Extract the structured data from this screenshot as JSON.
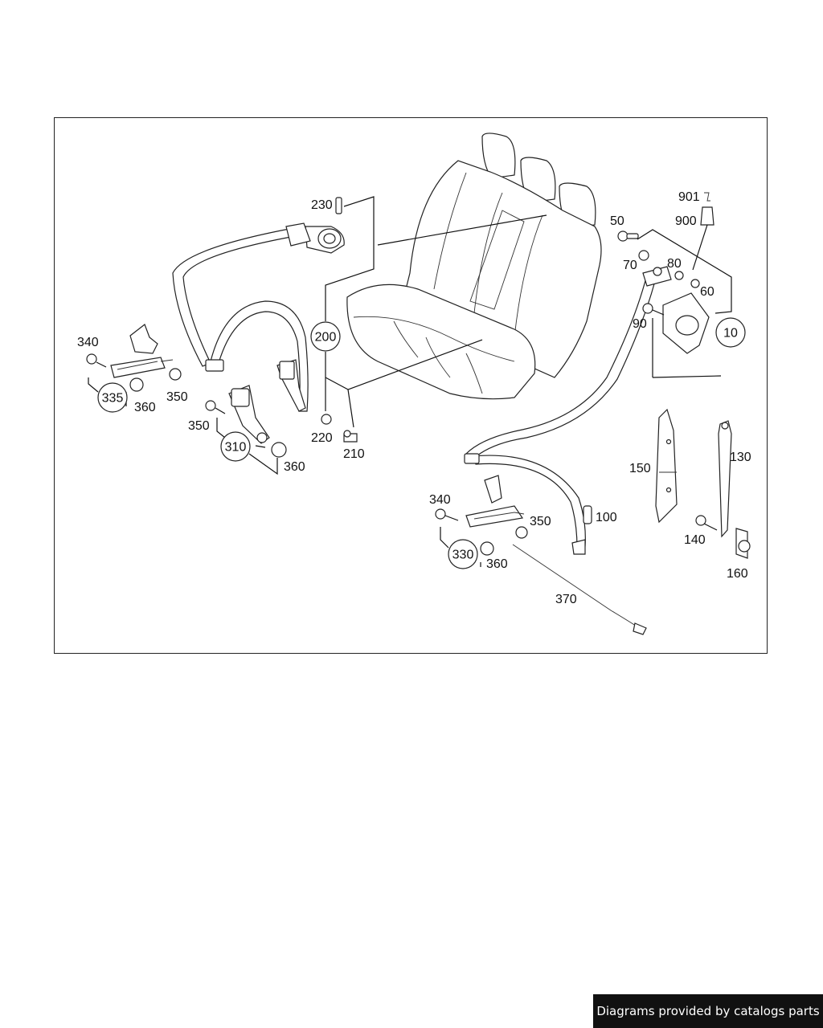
{
  "footer": {
    "credit": "Diagrams provided by catalogs parts"
  },
  "callouts": {
    "p10": "10",
    "p50": "50",
    "p60": "60",
    "p70": "70",
    "p80": "80",
    "p90": "90",
    "p100": "100",
    "p130": "130",
    "p140": "140",
    "p150": "150",
    "p160": "160",
    "p200": "200",
    "p210": "210",
    "p220": "220",
    "p230": "230",
    "p310": "310",
    "p330": "330",
    "p335": "335",
    "p340a": "340",
    "p340b": "340",
    "p350a": "350",
    "p350b": "350",
    "p350c": "350",
    "p360a": "360",
    "p360b": "360",
    "p360c": "360",
    "p370": "370",
    "p900": "900",
    "p901": "901"
  }
}
